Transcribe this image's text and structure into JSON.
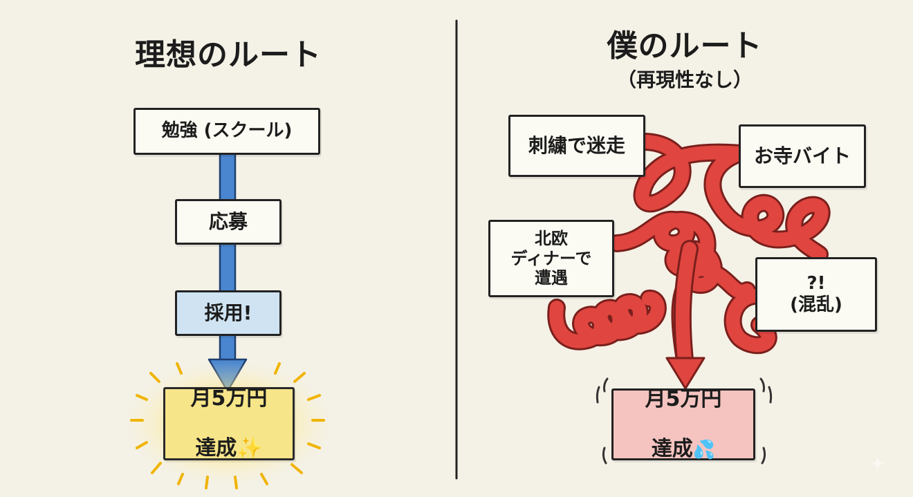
{
  "left": {
    "title": "理想のルート",
    "steps": [
      "勉強 (スクール)",
      "応募",
      "採用!"
    ],
    "goal": {
      "line1": "月5万円",
      "line2": "達成",
      "emoji": "✨"
    }
  },
  "right": {
    "title": "僕のルート",
    "subtitle": "（再現性なし）",
    "events": [
      "刺繍で迷走",
      "お寺バイト",
      "北欧\nディナーで\n遭遇",
      "?!\n(混乱)"
    ],
    "goal": {
      "line1": "月5万円",
      "line2": "達成",
      "emoji": "💦"
    }
  },
  "colors": {
    "background": "#f4f1e6",
    "ideal_arrow": "#4a86cf",
    "messy_path": "#e0453f",
    "gold_box": "#f7e58a",
    "pink_box": "#f5c4c0",
    "blue_box": "#cfe3f2"
  }
}
